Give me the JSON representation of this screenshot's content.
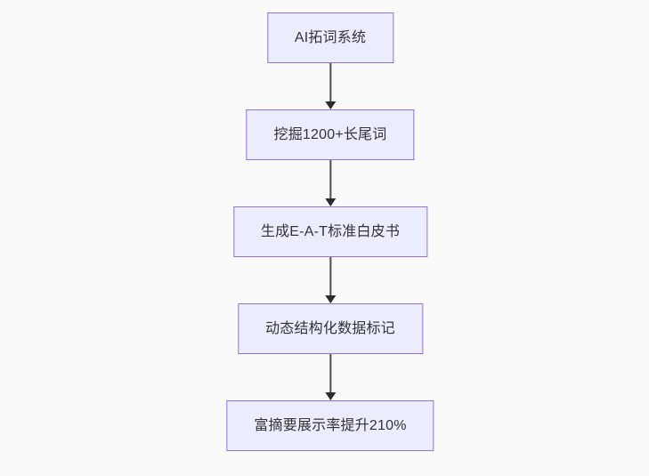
{
  "diagram": {
    "type": "flowchart-vertical",
    "nodes": [
      {
        "id": "node-1",
        "label": "AI拓词系统"
      },
      {
        "id": "node-2",
        "label": "挖掘1200+长尾词"
      },
      {
        "id": "node-3",
        "label": "生成E-A-T标准白皮书"
      },
      {
        "id": "node-4",
        "label": "动态结构化数据标记"
      },
      {
        "id": "node-5",
        "label": "富摘要展示率提升210%"
      }
    ],
    "edges": [
      {
        "from": "node-1",
        "to": "node-2"
      },
      {
        "from": "node-2",
        "to": "node-3"
      },
      {
        "from": "node-3",
        "to": "node-4"
      },
      {
        "from": "node-4",
        "to": "node-5"
      }
    ],
    "colors": {
      "node_fill": "#ececff",
      "node_border": "#9370db",
      "edge_line": "#4d4d4d",
      "edge_arrowhead": "#2b2b2b",
      "text": "#333333",
      "background": "#fafafa"
    }
  }
}
